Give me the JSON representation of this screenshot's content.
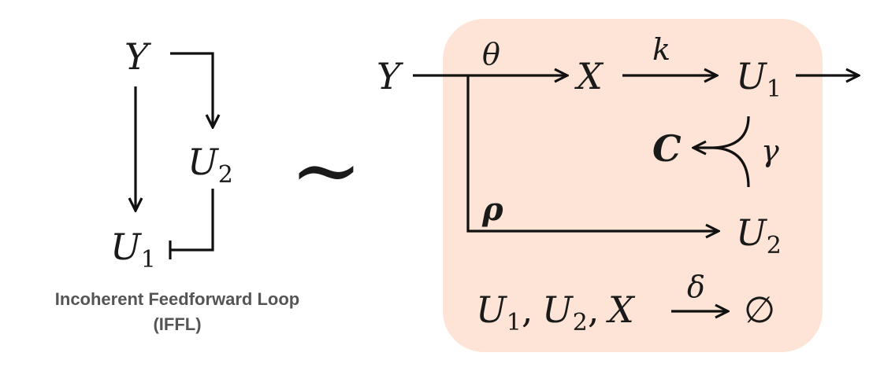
{
  "colors": {
    "box_fill": "#fde4d6",
    "ink": "#111111",
    "caption": "#555555"
  },
  "iffl": {
    "node_y": "Y",
    "node_u2": {
      "base": "U",
      "sub": "2"
    },
    "node_u1": {
      "base": "U",
      "sub": "1"
    },
    "caption_line1": "Incoherent Feedforward Loop",
    "caption_line2": "(IFFL)"
  },
  "equiv_symbol": "~",
  "network": {
    "input": "Y",
    "x": "X",
    "u1": {
      "base": "U",
      "sub": "1"
    },
    "u2": {
      "base": "U",
      "sub": "2"
    },
    "c": "C",
    "rates": {
      "theta": "θ",
      "k": "k",
      "gamma": "γ",
      "rho": "ρ",
      "delta": "δ"
    },
    "degradation": {
      "u1": {
        "base": "U",
        "sub": "1"
      },
      "u2": {
        "base": "U",
        "sub": "2"
      },
      "x": "X",
      "sep": ",",
      "empty": "∅"
    }
  }
}
